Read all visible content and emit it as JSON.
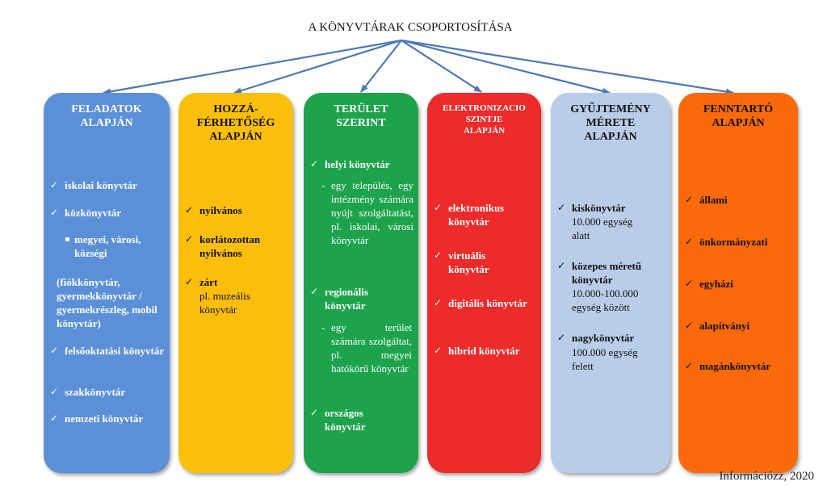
{
  "title": "A KÖNYVTÁRAK CSOPORTOSÍTÁSA",
  "footer": "Információzz, 2020",
  "colors": {
    "feladatok": "#5b8fd8",
    "hozzaferhetoseg": "#fbbf0b",
    "terulet": "#1ca34b",
    "elektronizacio": "#ee2a2a",
    "gyujtemeny": "#b9cde8",
    "fenntarto": "#fa6a0b",
    "arrow": "#4d77b6"
  },
  "columns": {
    "feladatok": {
      "title_lines": [
        "FELADATOK",
        "ALAPJÁN"
      ],
      "items": [
        "iskolai könyvtár",
        "közkönyvtár",
        "megyei, városi, községi",
        "(fiókkönyvtár, gyermekkönyvtár / gyermekrészleg, mobil könyvtár)",
        "felsőoktatási könyvtár",
        "szakkönyvtár",
        "nemzeti könyvtár"
      ]
    },
    "hozzaferhetoseg": {
      "title_lines": [
        "HOZZÁ-",
        "FÉRHETŐSÉG",
        "ALAPJÁN"
      ],
      "items": [
        "nyilvános",
        "korlátozottan nyilvános",
        "zárt"
      ],
      "zart_note": "pl. muzeális könyvtár"
    },
    "terulet": {
      "title_lines": [
        "TERÜLET",
        "SZERINT"
      ],
      "items": [
        "helyi könyvtár",
        "regionális könyvtár",
        "országos könyvtár"
      ],
      "helyi_note": "egy település, egy intézmény számára nyújt szolgáltatást, pl. iskolai, városi könyvtár",
      "regionalis_note": "egy terület számára szolgáltat, pl. megyei hatókörű könyvtár"
    },
    "elektronizacio": {
      "title_lines": [
        "ELEKTRONIZACIO",
        "SZINTJE",
        "ALAPJÁN"
      ],
      "items": [
        "elektronikus könyvtár",
        "virtuális könyvtár",
        "digitális könyvtár",
        "hibrid könyvtár"
      ]
    },
    "gyujtemeny": {
      "title_lines": [
        "GYŰJTEMÉNY",
        "MÉRETE",
        "ALAPJÁN"
      ],
      "items": [
        "kiskönyvtár",
        "közepes méretű könyvtár",
        "nagykönyvtár"
      ],
      "kis_note": "10.000 egység alatt",
      "kozepes_note": "10.000-100.000 egység között",
      "nagy_note": "100.000 egység felett"
    },
    "fenntarto": {
      "title_lines": [
        "FENNTARTÓ",
        "ALAPJÁN"
      ],
      "items": [
        "állami",
        "önkormányzati",
        "egyházi",
        "alapítványi",
        "magánkönyvtár"
      ]
    }
  }
}
